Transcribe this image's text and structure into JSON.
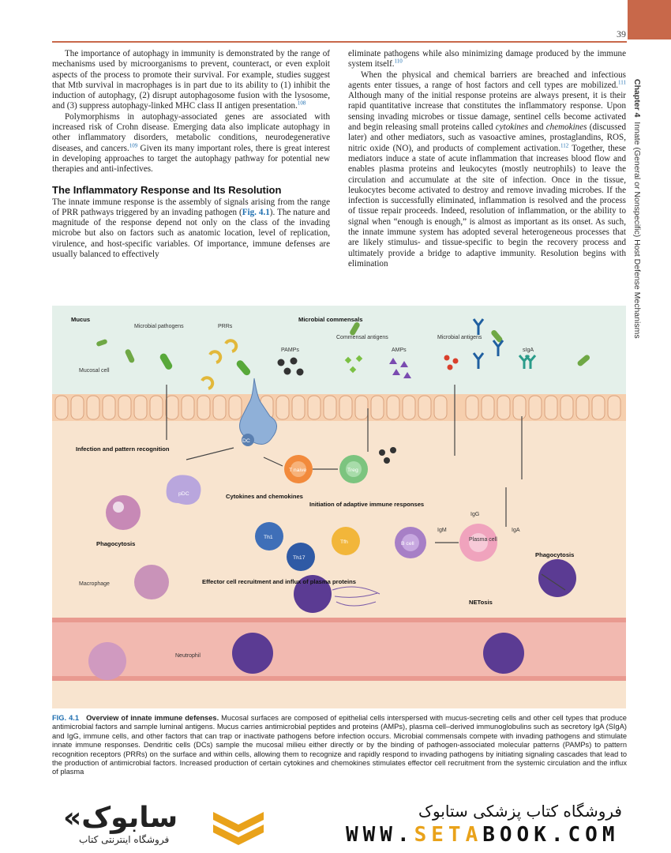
{
  "page": {
    "number": "39"
  },
  "sidebar": {
    "chapter": "Chapter 4",
    "title": "Innate (General or Nonspecific) Host Defense Mechanisms"
  },
  "left_column": {
    "p1": "The importance of autophagy in immunity is demonstrated by the range of mechanisms used by microorganisms to prevent, counteract, or even exploit aspects of the process to promote their survival. For example, studies suggest that Mtb survival in macrophages is in part due to its ability to (1) inhibit the induction of autophagy, (2) disrupt autophagosome fusion with the lysosome, and (3) suppress autophagy-linked MHC class II antigen presentation.",
    "p1_ref": "108",
    "p2": "Polymorphisms in autophagy-associated genes are associated with increased risk of Crohn disease. Emerging data also implicate autophagy in other inflammatory disorders, metabolic conditions, neurodegenerative diseases, and cancers.",
    "p2_ref": "109",
    "p2b": " Given its many important roles, there is great interest in developing approaches to target the autophagy pathway for potential new therapies and anti-infectives.",
    "heading": "The Inflammatory Response and Its Resolution",
    "p3a": "The innate immune response is the assembly of signals arising from the range of PRR pathways triggered by an invading pathogen (",
    "p3_figref": "Fig. 4.1",
    "p3b": "). The nature and magnitude of the response depend not only on the class of the invading microbe but also on factors such as anatomic location, level of replication, virulence, and host-specific variables. Of importance, immune defenses are usually balanced to effectively"
  },
  "right_column": {
    "p1": "eliminate pathogens while also minimizing damage produced by the immune system itself.",
    "p1_ref": "110",
    "p2a": "When the physical and chemical barriers are breached and infectious agents enter tissues, a range of host factors and cell types are mobilized.",
    "p2_ref1": "111",
    "p2b": " Although many of the initial response proteins are always present, it is their rapid quantitative increase that constitutes the inflammatory response. Upon sensing invading microbes or tissue damage, sentinel cells become activated and begin releasing small proteins called ",
    "p2_em1": "cytokines",
    "p2c": " and ",
    "p2_em2": "chemokines",
    "p2d": " (discussed later) and other mediators, such as vasoactive amines, prostaglandins, ROS, nitric oxide (NO), and products of complement activation.",
    "p2_ref2": "112",
    "p2e": " Together, these mediators induce a state of acute inflammation that increases blood flow and enables plasma proteins and leukocytes (mostly neutrophils) to leave the circulation and accumulate at the site of infection. Once in the tissue, leukocytes become activated to destroy and remove invading microbes. If the infection is successfully eliminated, inflammation is resolved and the process of tissue repair proceeds. Indeed, resolution of inflammation, or the ability to signal when “enough is enough,” is almost as important as its onset. As such, the innate immune system has adopted several heterogeneous processes that are likely stimulus- and tissue-specific to begin the recovery process and ultimately provide a bridge to adaptive immunity. Resolution begins with elimination"
  },
  "figure": {
    "labels": {
      "mucus": "Mucus",
      "microbial_pathogens": "Microbial pathogens",
      "prrs": "PRRs",
      "microbial_commensals": "Microbial commensals",
      "pamps": "PAMPs",
      "commensal_antigens": "Commensal antigens",
      "amps": "AMPs",
      "microbial_antigens": "Microbial antigens",
      "siga": "sIgA",
      "mucosal_cell": "Mucosal cell",
      "infection": "Infection and pattern recognition",
      "dc": "DC",
      "t_naive": "T naive",
      "treg": "Treg",
      "cytokines": "Cytokines and chemokines",
      "initiation": "Initiation of adaptive immune responses",
      "pdc": "pDC",
      "phagocytosis_left": "Phagocytosis",
      "th1": "Th1",
      "th17": "Th17",
      "tfh": "Tfh",
      "bcell": "B cell",
      "igm": "IgM",
      "igg": "IgG",
      "plasma_cell": "Plasma cell",
      "iga": "IgA",
      "phagocytosis_right": "Phagocytosis",
      "macrophage": "Macrophage",
      "effector": "Effector cell recruitment and influx of plasma proteins",
      "netosis": "NETosis",
      "neutrophil": "Neutrophil"
    },
    "colors": {
      "mucus": "#e4f0ea",
      "tissue": "#f8e4cf",
      "epithelium": "#f6cfae",
      "vessel": "#f2b9b0",
      "accent": "#c8684a"
    }
  },
  "caption": {
    "label": "FIG. 4.1",
    "title": "Overview of innate immune defenses.",
    "text": "Mucosal surfaces are composed of epithelial cells interspersed with mucus-secreting cells and other cell types that produce antimicrobial factors and sample luminal antigens. Mucus carries antimicrobial peptides and proteins (AMPs), plasma cell–derived immunoglobulins such as secretory IgA (SIgA) and IgG, immune cells, and other factors that can trap or inactivate pathogens before infection occurs. Microbial commensals compete with invading pathogens and stimulate innate immune responses. Dendritic cells (DCs) sample the mucosal milieu either directly or by the binding of pathogen-associated molecular patterns (PAMPs) to pattern recognition receptors (PRRs) on the surface and within cells, allowing them to recognize and rapidly respond to invading pathogens by initiating signaling cascades that lead to the production of antimicrobial factors. Increased production of certain cytokines and chemokines stimulates effector cell recruitment from the systemic circulation and the influx of plasma"
  },
  "footer": {
    "logo_text": "«سابوک",
    "logo_sub": "فروشگاه اینترنتی کتاب",
    "shop_name": "فروشگاه کتاب پزشکی ستابوک",
    "url_a": "WWW.",
    "url_b": "SETA",
    "url_c": "BOOK.COM"
  }
}
